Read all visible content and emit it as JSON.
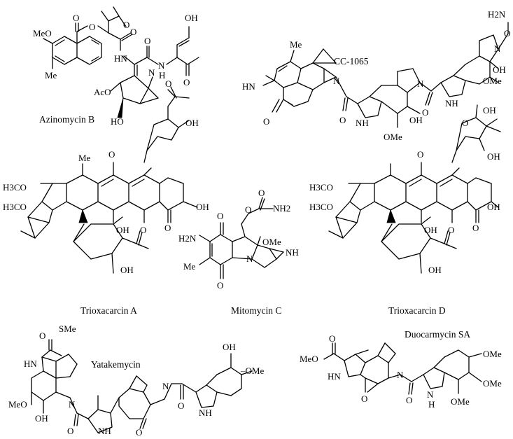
{
  "captions": {
    "azinomycin": "Azinomycin B",
    "cc1065": "CC-1065",
    "trioxacarcin_a": "Trioxacarcin A",
    "mitomycin": "Mitomycin C",
    "trioxacarcin_d": "Trioxacarcin D",
    "yatakemycin": "Yatakemycin",
    "duocarmycin": "Duocarmycin SA"
  },
  "atoms": {
    "meo": "MeO",
    "me": "Me",
    "oh": "OH",
    "o": "O",
    "hn": "HN",
    "nh": "NH",
    "n": "N",
    "h": "H",
    "aco": "AcO",
    "ho": "HO",
    "ome": "OMe",
    "h2n": "H2N",
    "nh2": "NH2",
    "h3co": "H3CO",
    "sme": "SMe",
    "dash_ome": "–OMe"
  }
}
